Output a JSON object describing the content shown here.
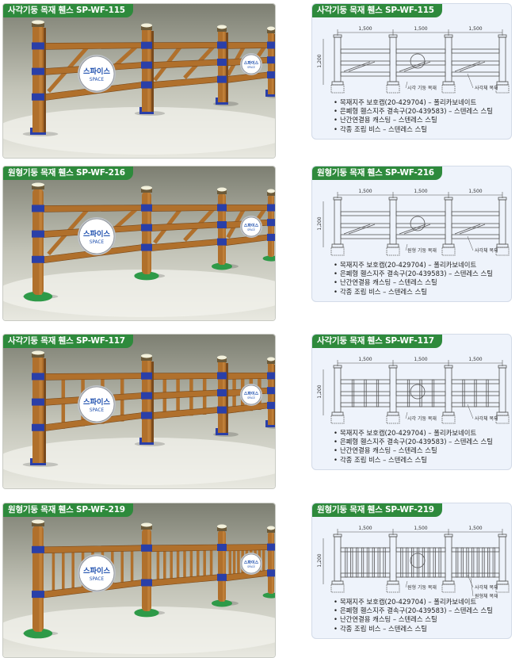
{
  "products": [
    {
      "title": "사각기둥 목재 휀스 SP-WF-115",
      "post_shape": "square",
      "infill": "diagonal",
      "dimensions": {
        "width": "1,500",
        "height": "1,200"
      },
      "labels": [
        "시각 기둥 목재",
        "사각체 목재"
      ],
      "notes": [
        "목재지주 보호캡(20-429704) – 폴리카보네이트",
        "은폐형 휀스지주 결속구(20-439583) – 스텐레스 스틸",
        "난간연결용 캐스팅 – 스텐레스 스틸",
        "각종 조립 비스 – 스텐레스 스틸"
      ]
    },
    {
      "title": "원형기둥 목재 휀스 SP-WF-216",
      "post_shape": "round",
      "infill": "diagonal",
      "dimensions": {
        "width": "1,500",
        "height": "1,200"
      },
      "labels": [
        "원형 기둥 목재",
        "사각체 목재"
      ],
      "notes": [
        "목재지주 보호캡(20-429704) – 폴리카보네이트",
        "은폐형 휀스지주 결속구(20-439583) – 스텐레스 스틸",
        "난간연결용 캐스팅 – 스텐레스 스틸",
        "각종 조립 비스 – 스텐레스 스틸"
      ]
    },
    {
      "title": "사각기둥 목재 휀스 SP-WF-117",
      "post_shape": "square",
      "infill": "vertical-sparse",
      "dimensions": {
        "width": "1,500",
        "height": "1,200"
      },
      "labels": [
        "시각 기둥 목재",
        "사각체 목재"
      ],
      "notes": [
        "목재지주 보호캡(20-429704) – 폴리카보네이트",
        "은폐형 휀스지주 결속구(20-439583) – 스텐레스 스틸",
        "난간연결용 캐스팅 – 스텐레스 스틸",
        "각종 조립 비스 – 스텐레스 스틸"
      ]
    },
    {
      "title": "원형기둥 목재 휀스 SP-WF-219",
      "post_shape": "round",
      "infill": "vertical-dense",
      "dimensions": {
        "width": "1,500",
        "height": "1,200"
      },
      "labels": [
        "원형 기둥 목재",
        "사각체 목재",
        "원형체 목재"
      ],
      "notes": [
        "목재지주 보호캡(20-429704) – 폴리카보네이트",
        "은폐형 휀스지주 결속구(20-439583) – 스텐레스 스틸",
        "난간연결용 캐스팅 – 스텐레스 스틸",
        "각종 조립 비스 – 스텐레스 스틸"
      ]
    }
  ],
  "logo": {
    "name": "스파이스",
    "sub": "SPACE"
  },
  "colors": {
    "tab_green": "#2e8a3c",
    "wood": "#b0702c",
    "wood_dark": "#7a4a1c",
    "bracket_blue": "#2a3fa8",
    "base_green": "#2e9a48",
    "sign_blue": "#1e4fae"
  }
}
